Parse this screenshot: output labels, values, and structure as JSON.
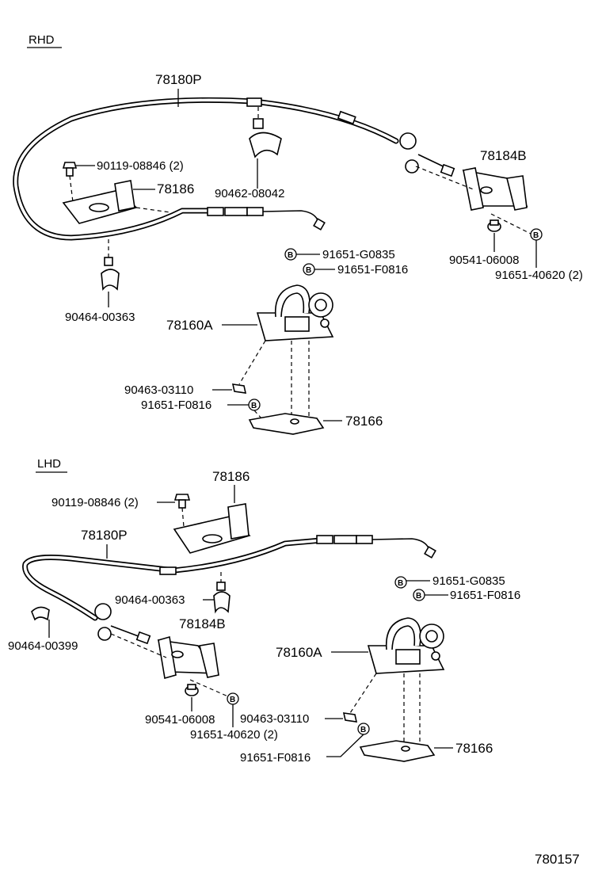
{
  "sections": {
    "rhd": {
      "title": "RHD",
      "labels": {
        "cable": "78180P",
        "bolt": "90119-08846 (2)",
        "bracket": "78186",
        "clamp_top": "90462-08042",
        "bracket_right": "78184B",
        "clamp_bottom": "90464-00363",
        "bolt_b_top": "91651-G0835",
        "bolt_b_mid": "91651-F0816",
        "nut": "90541-06008",
        "bolt_b_right": "91651-40620 (2)",
        "pedal": "78160A",
        "clip": "90463-03110",
        "bolt_b_low": "91651-F0816",
        "plate": "78166"
      }
    },
    "lhd": {
      "title": "LHD",
      "labels": {
        "bracket": "78186",
        "bolt": "90119-08846 (2)",
        "cable": "78180P",
        "clamp": "90464-00363",
        "bracket_right": "78184B",
        "clamp_left": "90464-00399",
        "bolt_b_top": "91651-G0835",
        "bolt_b_mid": "91651-F0816",
        "pedal": "78160A",
        "nut": "90541-06008",
        "bolt_b_right": "91651-40620 (2)",
        "clip": "90463-03110",
        "bolt_b_low": "91651-F0816",
        "plate": "78166"
      }
    }
  },
  "b_mark": "B",
  "figure_id": "780157"
}
